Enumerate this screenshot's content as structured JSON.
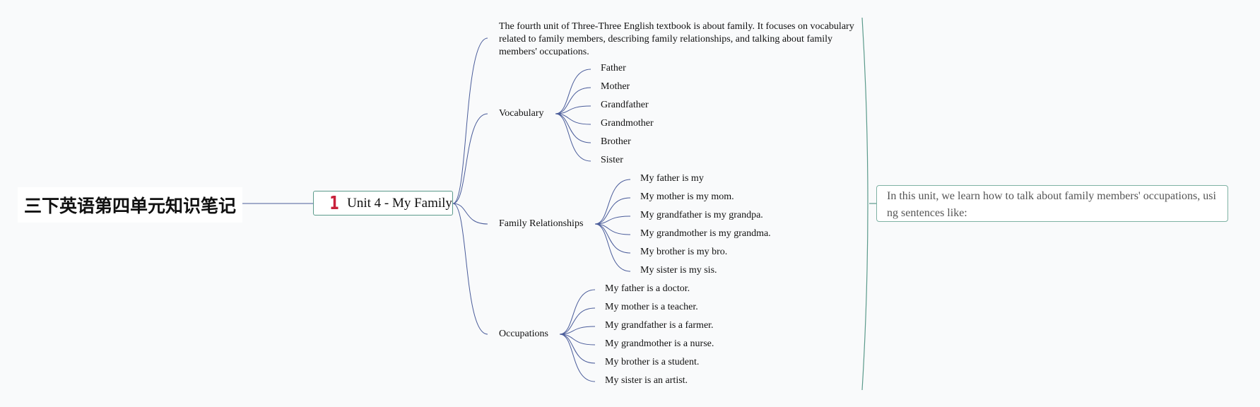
{
  "root": {
    "label": "三下英语第四单元知识笔记"
  },
  "main_topic": {
    "number": "1",
    "label": "Unit 4 - My Family"
  },
  "description": "The fourth unit of Three-Three English textbook is about family. It focuses on vocabulary related to family members, describing family relationships, and talking about family members' occupations.",
  "branches": [
    {
      "label": "Vocabulary",
      "items": [
        "Father",
        "Mother",
        "Grandfather",
        "Grandmother",
        "Brother",
        "Sister"
      ]
    },
    {
      "label": "Family Relationships",
      "items": [
        "My father is my",
        "My mother is my mom.",
        "My grandfather is my grandpa.",
        "My grandmother is my grandma.",
        "My brother is my bro.",
        "My sister is my sis."
      ]
    },
    {
      "label": "Occupations",
      "items": [
        "My father is a doctor.",
        "My mother is a teacher.",
        "My grandfather is a farmer.",
        "My grandmother is a nurse.",
        "My brother is a student.",
        "My sister is an artist."
      ]
    }
  ],
  "summary_note": "In this unit, we learn how to talk about family members' occupations, using sentences like:",
  "colors": {
    "link": "#4a5c9a",
    "summary_bracket": "#5b9a8b",
    "topic_number": "#c8203a"
  }
}
